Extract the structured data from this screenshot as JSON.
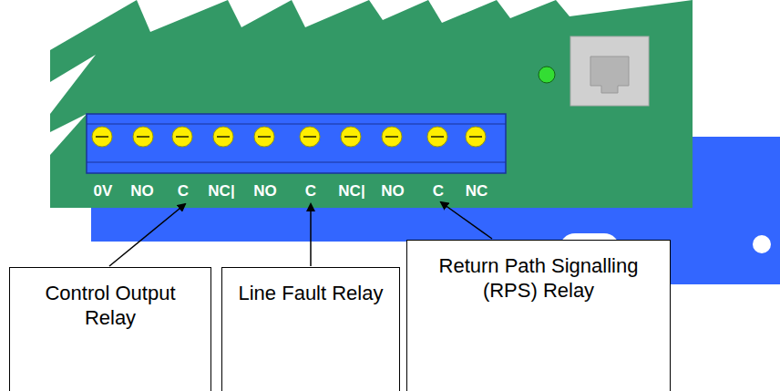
{
  "diagram": {
    "nodes": [
      {
        "text": [
          "Control Output Relay"
        ]
      },
      {
        "text": [
          "Line Fault Relay"
        ]
      },
      {
        "text": [
          "Return Path Signalling (RPS) Relay"
        ]
      }
    ],
    "labels": [
      "0V",
      "NO",
      "C",
      "NC|",
      "NO",
      "C",
      "NC|",
      "NO",
      "C",
      "NC"
    ]
  }
}
